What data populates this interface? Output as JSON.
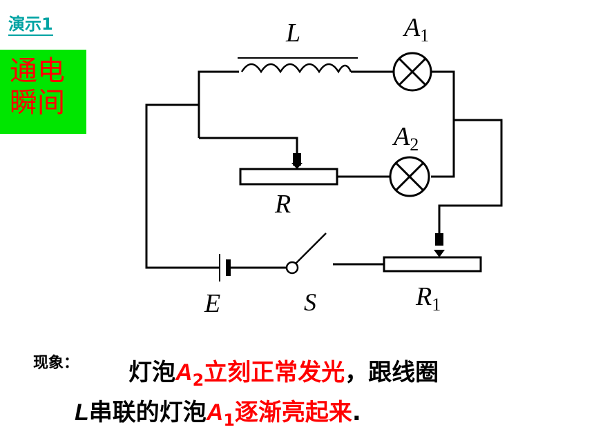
{
  "demo_title": "演示1",
  "phase": {
    "line1": "通电",
    "line2": "瞬间"
  },
  "circuit": {
    "labels": {
      "L": "L",
      "A1": "A",
      "A1_sub": "1",
      "A2": "A",
      "A2_sub": "2",
      "R": "R",
      "E": "E",
      "S": "S",
      "R1": "R",
      "R1_sub": "1"
    }
  },
  "observation": {
    "label": "现象：",
    "line1_a": "灯泡",
    "lamp_a2": "A",
    "lamp_a2_sub": "2",
    "line1_b": "立刻正常发光",
    "line1_c": "，跟线圈",
    "line2_L": "L",
    "line2_a": "串联的灯泡",
    "lamp_a1": "A",
    "lamp_a1_sub": "1",
    "line2_b": "逐渐亮起来",
    "line2_end": "."
  },
  "colors": {
    "title": "#00a3a3",
    "box_bg": "#00e600",
    "accent": "#ff0000"
  }
}
